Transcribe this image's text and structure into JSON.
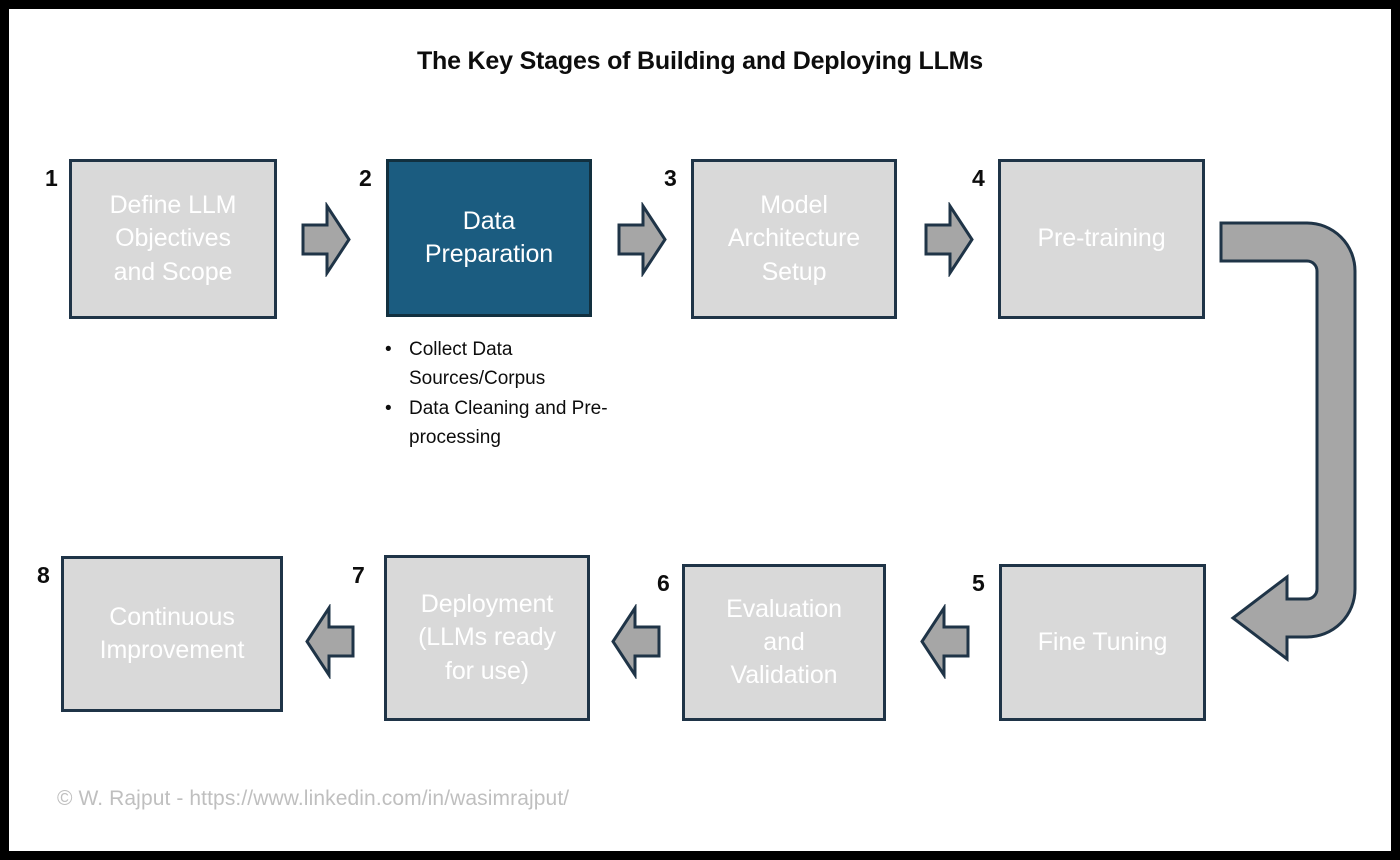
{
  "diagram": {
    "title": "The Key Stages of Building and Deploying LLMs",
    "footer": "© W. Rajput - https://www.linkedin.com/in/wasimrajput/",
    "colors": {
      "frame": "#000000",
      "canvas": "#ffffff",
      "box_fill": "#d9d9d9",
      "box_border": "#1f3447",
      "accent_fill": "#1b5c80",
      "box_text": "#ffffff",
      "arrow_fill": "#a6a6a6",
      "arrow_border": "#1f3447",
      "number_text": "#0d0d0d",
      "footer_text": "#bfbfbf"
    },
    "stages": [
      {
        "number": "1",
        "label": "Define LLM\nObjectives\nand Scope",
        "highlighted": false
      },
      {
        "number": "2",
        "label": "Data\nPreparation",
        "highlighted": true
      },
      {
        "number": "3",
        "label": "Model\nArchitecture\nSetup",
        "highlighted": false
      },
      {
        "number": "4",
        "label": "Pre-training",
        "highlighted": false
      },
      {
        "number": "5",
        "label": "Fine Tuning",
        "highlighted": false
      },
      {
        "number": "6",
        "label": "Evaluation\nand\nValidation",
        "highlighted": false
      },
      {
        "number": "7",
        "label": "Deployment\n(LLMs ready\nfor use)",
        "highlighted": false
      },
      {
        "number": "8",
        "label": "Continuous\nImprovement",
        "highlighted": false
      }
    ],
    "bullets": [
      "Collect Data Sources/Corpus",
      "Data Cleaning and Pre-processing"
    ]
  }
}
